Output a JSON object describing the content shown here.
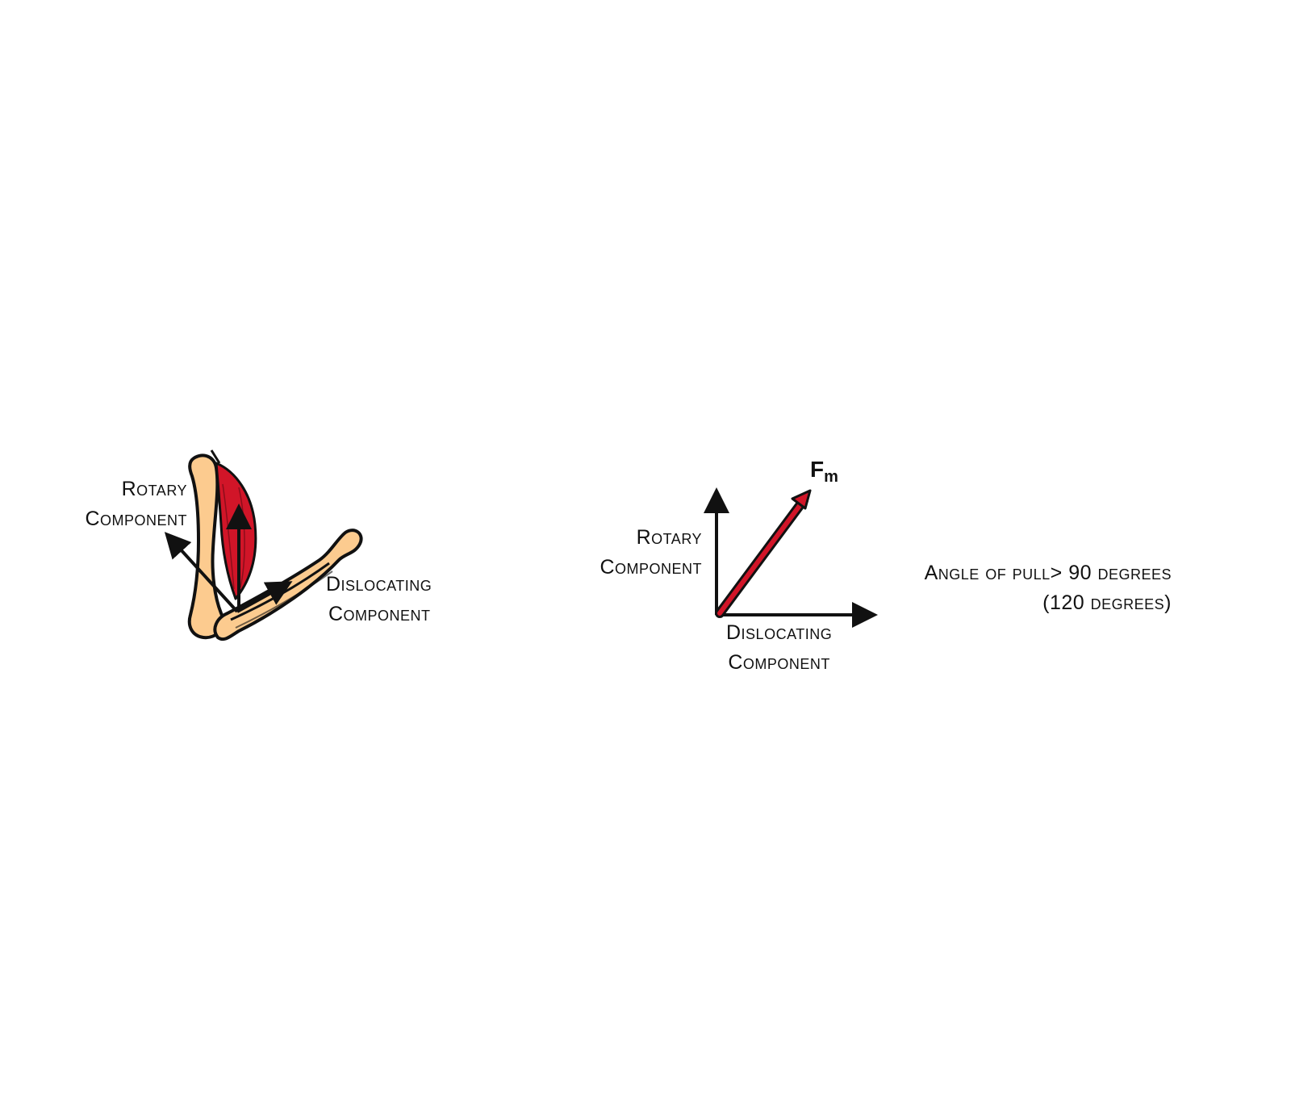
{
  "left_diagram": {
    "rotary_label": [
      "Rotary",
      "Component"
    ],
    "dislocating_label": [
      "Dislocating",
      "Component"
    ]
  },
  "right_diagram": {
    "rotary_label": [
      "Rotary",
      "Component"
    ],
    "dislocating_label": [
      "Dislocating",
      "Component"
    ],
    "force_symbol": "F",
    "force_subscript": "m",
    "angle_caption": [
      "Angle of pull> 90 degrees",
      "(120 degrees)"
    ]
  },
  "colors": {
    "bone": "#fccb8f",
    "muscle": "#d11528",
    "outline": "#111111"
  }
}
